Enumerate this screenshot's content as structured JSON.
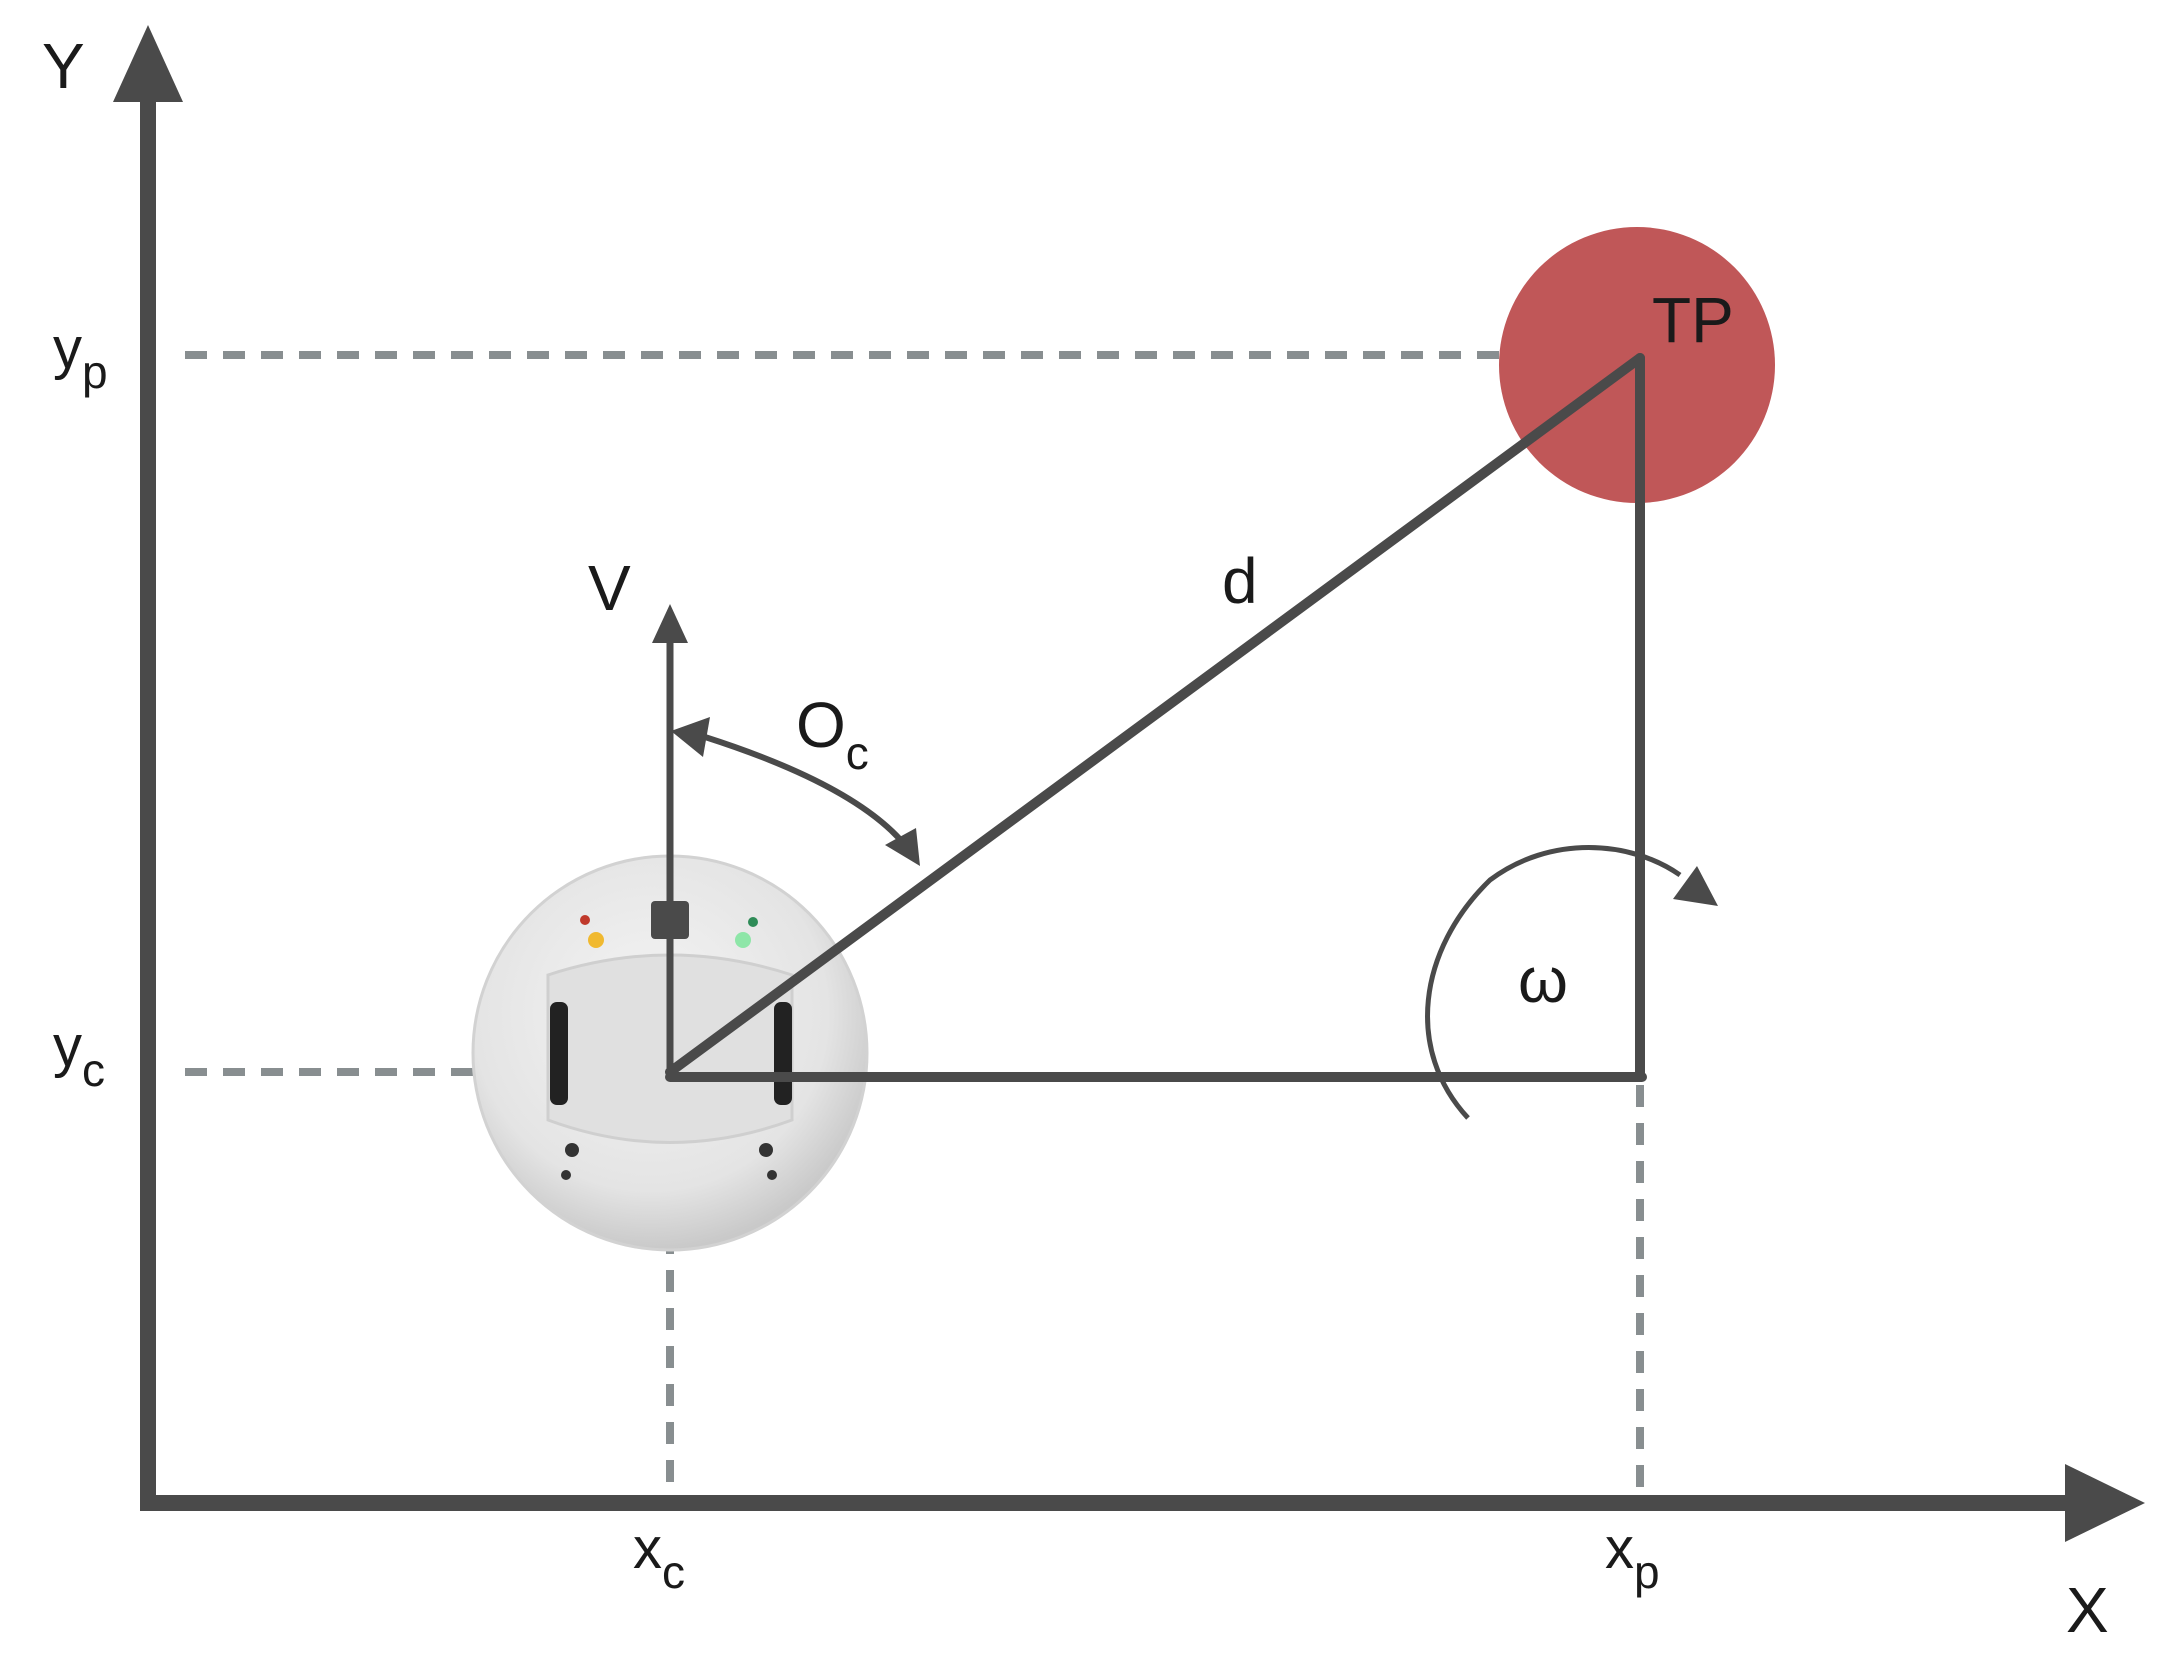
{
  "axes": {
    "x_label": "X",
    "y_label": "Y"
  },
  "ticks": {
    "yp": {
      "base": "y",
      "sub": "p"
    },
    "yc": {
      "base": "y",
      "sub": "c"
    },
    "xc": {
      "base": "x",
      "sub": "c"
    },
    "xp": {
      "base": "x",
      "sub": "p"
    }
  },
  "labels": {
    "target": "TP",
    "distance": "d",
    "velocity": "V",
    "angle": {
      "base": "O",
      "sub": "c"
    },
    "omega": "ω"
  },
  "colors": {
    "axis": "#4a4a4a",
    "line": "#4a4a4a",
    "dashed": "#888e90",
    "target": "#c05758",
    "robot": "#e6e6e6"
  }
}
